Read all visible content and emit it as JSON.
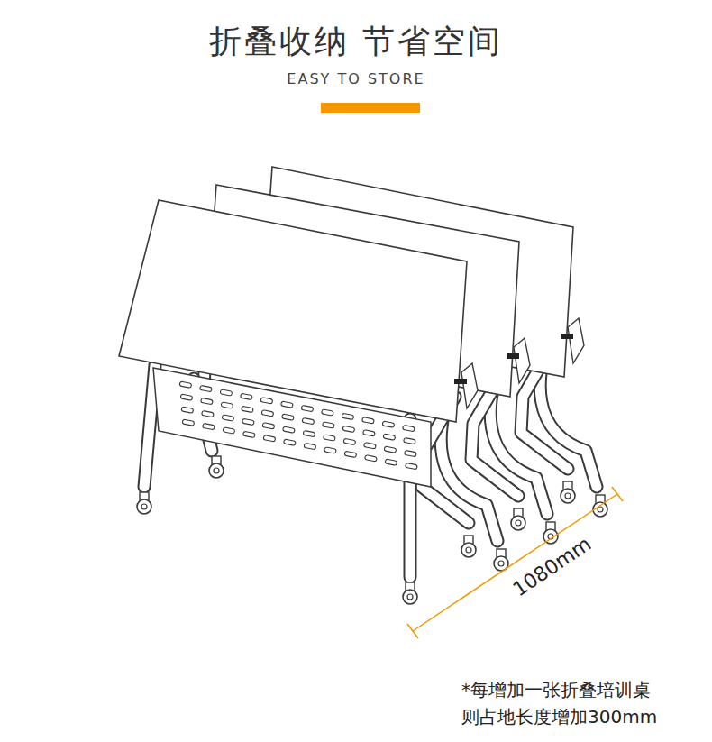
{
  "diagram": {
    "title": "折叠收纳 节省空间",
    "labels": [
      "EASY TO STORE",
      "1080mm",
      "*每增加一张折叠培训桌 则占地长度增加300mm"
    ]
  }
}
